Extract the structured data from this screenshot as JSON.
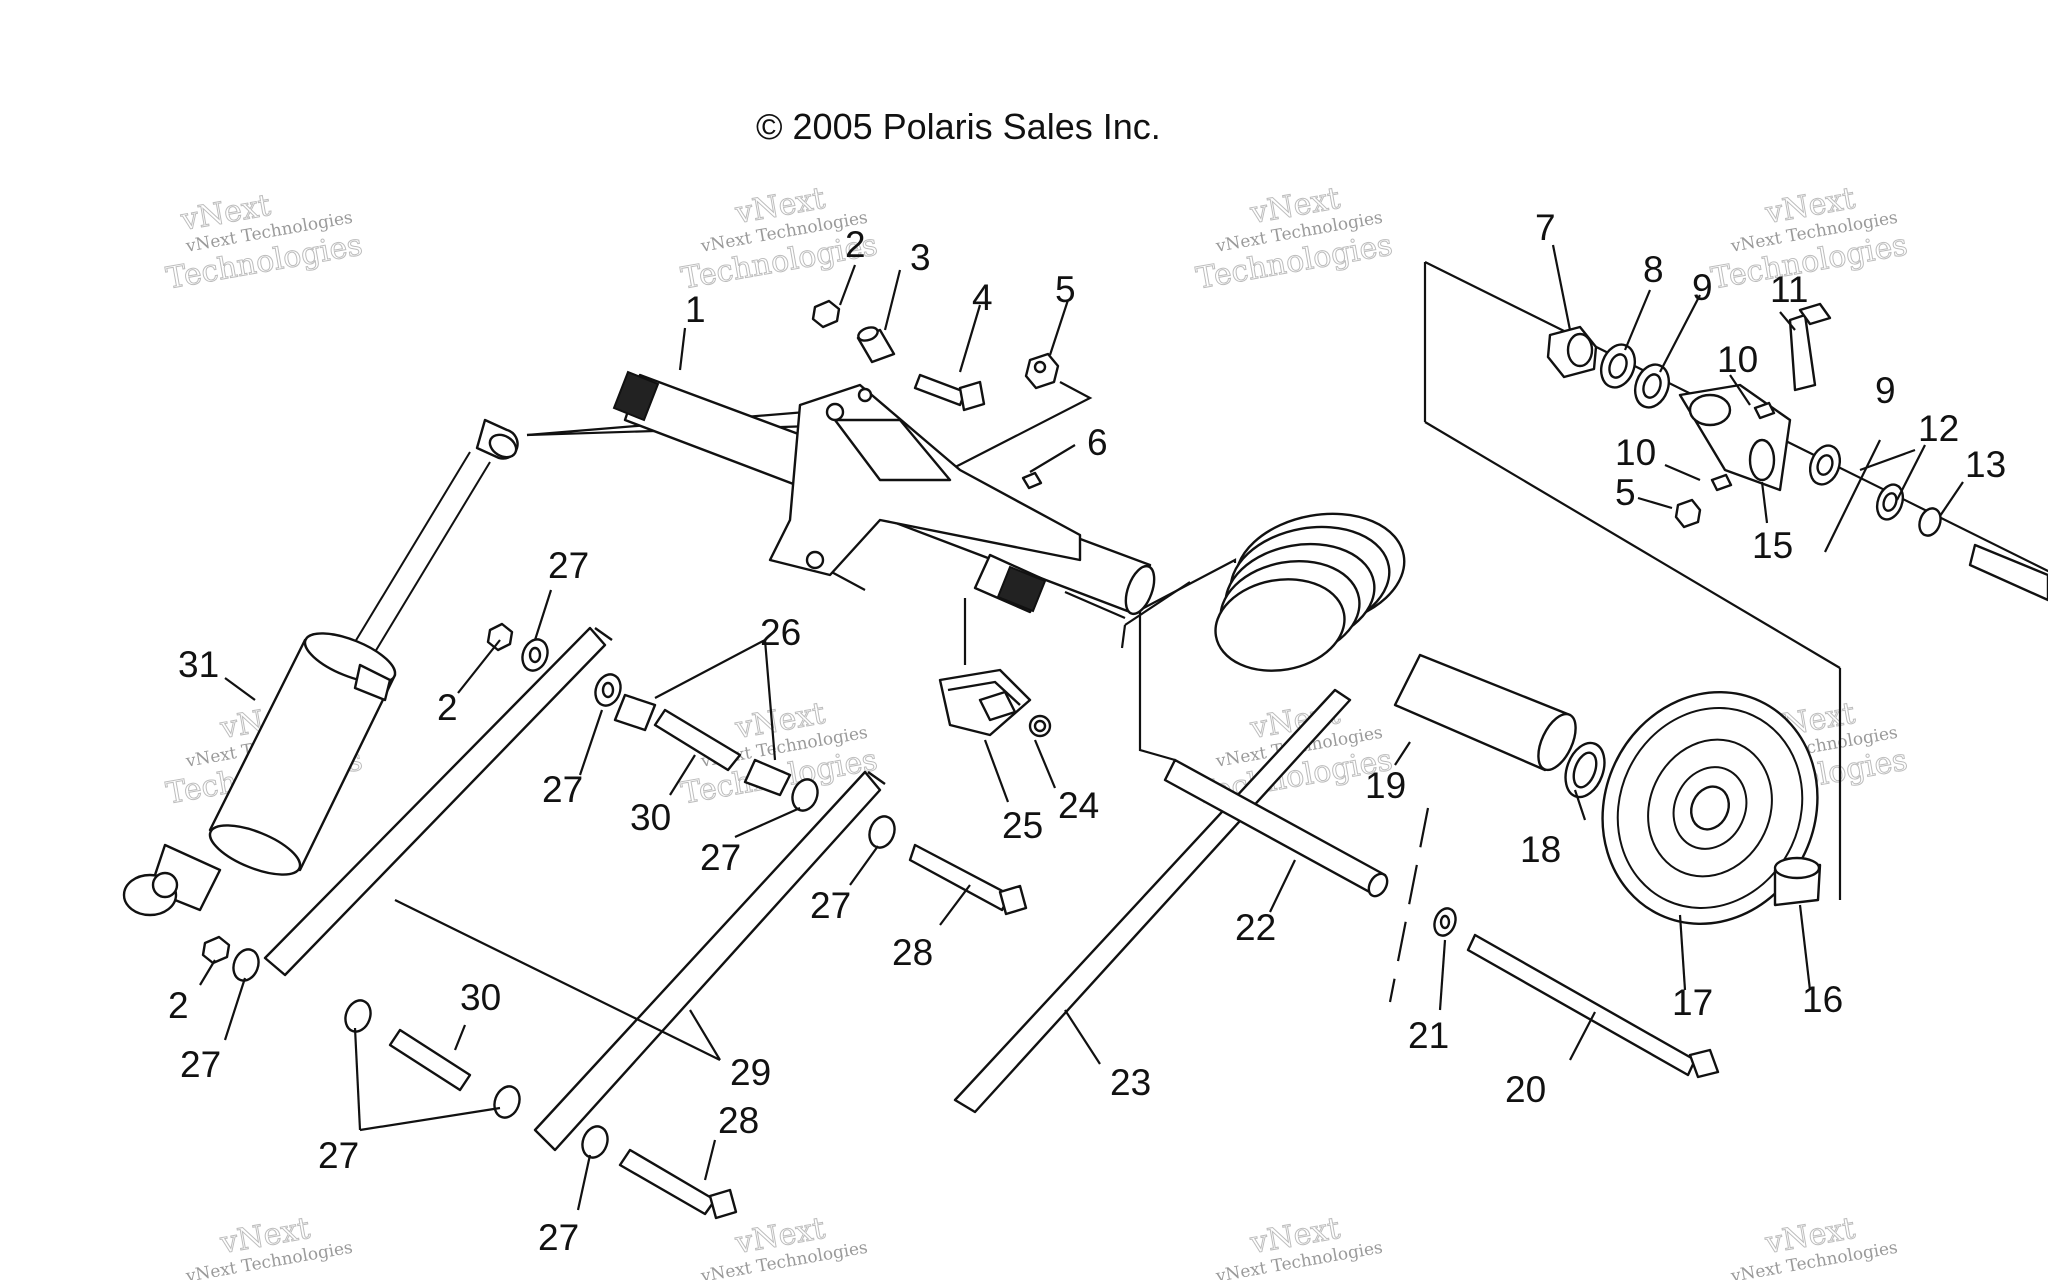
{
  "copyright": "© 2005 Polaris Sales Inc.",
  "watermark": {
    "line1": "vNext Technologies",
    "line2": "vNext",
    "line3": "Technologies"
  },
  "callouts": {
    "c1": "1",
    "c2a": "2",
    "c2b": "2",
    "c2c": "2",
    "c3": "3",
    "c4": "4",
    "c5a": "5",
    "c5b": "5",
    "c6": "6",
    "c7": "7",
    "c8": "8",
    "c9a": "9",
    "c9b": "9",
    "c10a": "10",
    "c10b": "10",
    "c11": "11",
    "c12": "12",
    "c13": "13",
    "c15": "15",
    "c16": "16",
    "c17": "17",
    "c18": "18",
    "c19": "19",
    "c20": "20",
    "c21": "21",
    "c22": "22",
    "c23": "23",
    "c24": "24",
    "c25": "25",
    "c26": "26",
    "c27a": "27",
    "c27b": "27",
    "c27c": "27",
    "c27d": "27",
    "c27e": "27",
    "c27f": "27",
    "c27g": "27",
    "c28a": "28",
    "c28b": "28",
    "c29": "29",
    "c30a": "30",
    "c30b": "30",
    "c31": "31"
  }
}
